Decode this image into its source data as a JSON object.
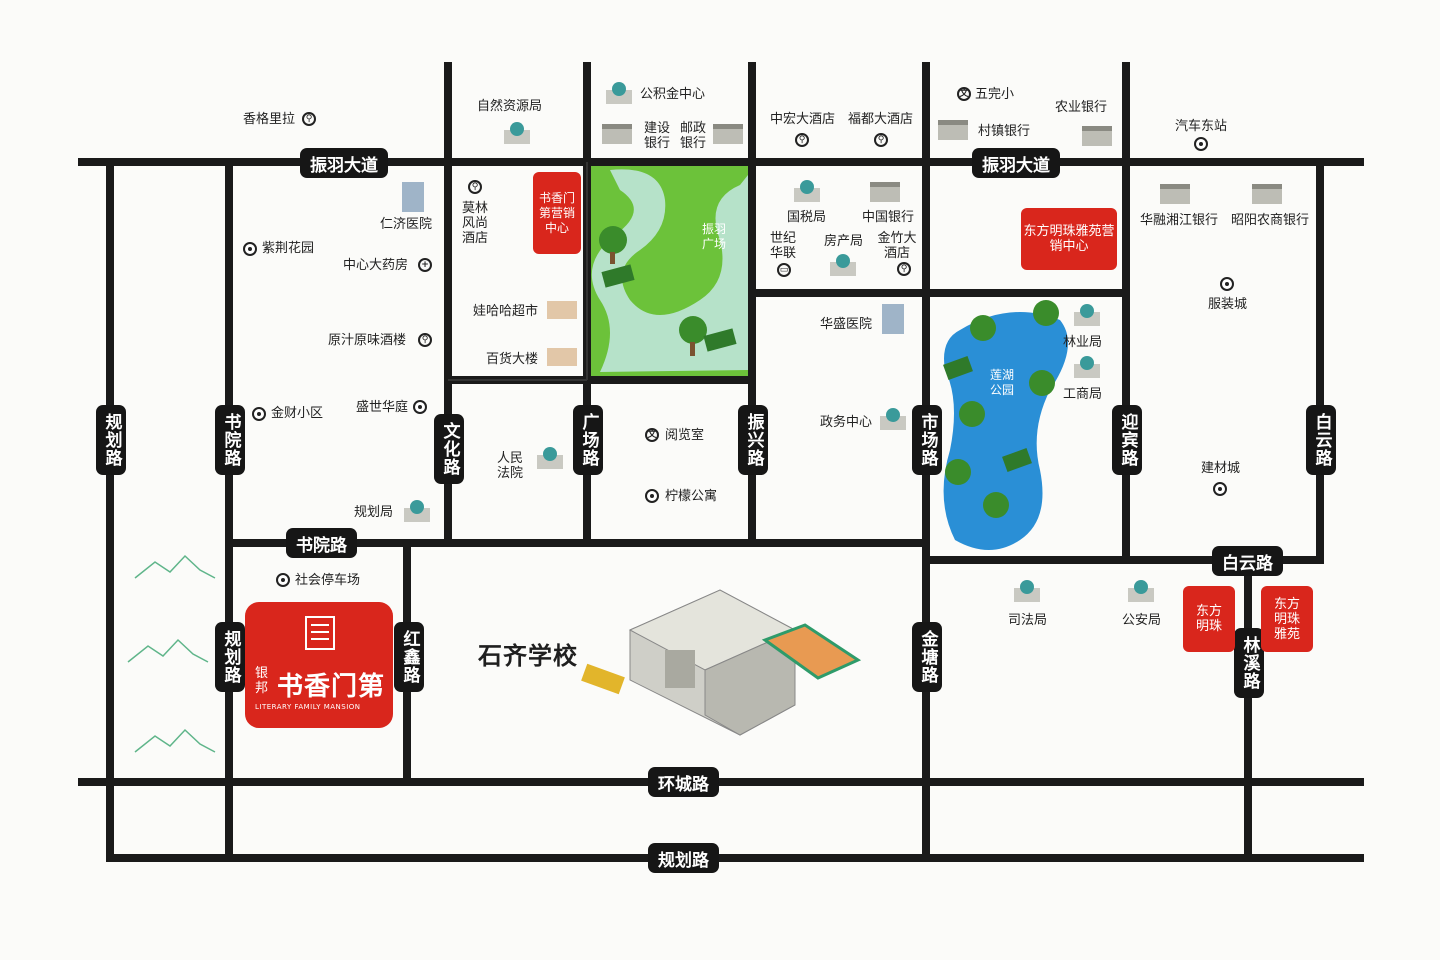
{
  "roads": {
    "zhenyu_dadao_1": "振羽大道",
    "zhenyu_dadao_2": "振羽大道",
    "guihua_lu_left": "规划路",
    "shuyuan_lu_v": "书院路",
    "wenhua_lu": "文化路",
    "guangchang_lu": "广场路",
    "zhenxing_lu": "振兴路",
    "shichang_lu": "市场路",
    "yingbin_lu": "迎宾路",
    "baiyun_lu_v": "白云路",
    "shuyuan_lu_h": "书院路",
    "guihua_lu_lower": "规划路",
    "hongxin_lu": "红鑫路",
    "jintang_lu": "金塘路",
    "baiyun_lu_h": "白云路",
    "linxi_lu": "林溪路",
    "huancheng_lu": "环城路",
    "guihua_lu_bottom": "规划路"
  },
  "pois": {
    "xianggelila": "香格里拉",
    "ziranziyuanju": "自然资源局",
    "gongjijin": "公积金中心",
    "jianshe": "建设银行",
    "youzheng": "邮政银行",
    "zhonghong": "中宏大酒店",
    "fudu": "福都大酒店",
    "wuwanxiao": "五完小",
    "nongye": "农业银行",
    "cunzhen": "村镇银行",
    "qichedongzhan": "汽车东站",
    "renji": "仁济医院",
    "zijinghuayuan": "紫荆花园",
    "zhongxindayaofang": "中心大药房",
    "yuanzhi": "原汁原味酒楼",
    "jincaixiaoqu": "金财小区",
    "shengshihuating": "盛世华庭",
    "molin": "莫林风尚酒店",
    "wahaha": "娃哈哈超市",
    "baihuo": "百货大楼",
    "guoshui": "国税局",
    "zhongguoyinhang": "中国银行",
    "shijihualian": "世纪华联",
    "fangchan": "房产局",
    "jinzhu": "金竹大酒店",
    "huarong": "华融湘江银行",
    "zhaoyang": "昭阳农商银行",
    "fuzhuangcheng": "服装城",
    "huasheng": "华盛医院",
    "linye": "林业局",
    "gongshang": "工商局",
    "zhengwu": "政务中心",
    "renminfayuan": "人民法院",
    "yuelanshi": "阅览室",
    "ningmeng": "柠檬公寓",
    "guihuaju": "规划局",
    "jiancaicheng": "建材城",
    "shehuitingche": "社会停车场",
    "sifaju": "司法局",
    "gonganju": "公安局",
    "school": "石齐学校",
    "zhenyu_square": "振羽广场",
    "lianhu_park": "莲湖公园"
  },
  "badges": {
    "shuxiang_sales": "书香门第营销中心",
    "dongfang_sales": "东方明珠雅苑营销中心",
    "dongfang_mingzhu": "东方明珠",
    "dongfang_yayuan": "东方明珠雅苑"
  },
  "brand": {
    "prefix": "银邦",
    "name": "书香门第",
    "english": "LITERARY FAMILY MANSION"
  },
  "colors": {
    "road": "#1a1a1a",
    "label_bg": "#161616",
    "brand_red": "#d9261c",
    "park_green": "#6cc23a",
    "lake_blue": "#2a8fd6",
    "path_mint": "#bfe6d9"
  }
}
